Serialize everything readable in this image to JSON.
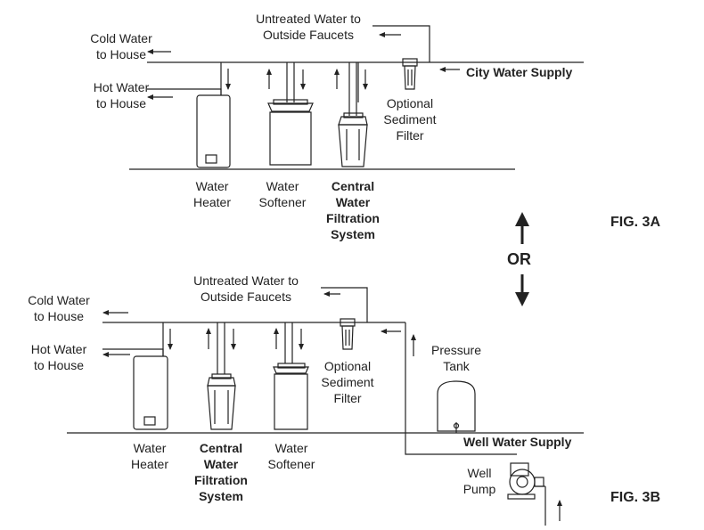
{
  "fig_a": {
    "untreated": [
      "Untreated Water to",
      "Outside Faucets"
    ],
    "cold": [
      "Cold Water",
      "to House"
    ],
    "hot": [
      "Hot Water",
      "to House"
    ],
    "supply": "City Water Supply",
    "sediment": [
      "Optional",
      "Sediment",
      "Filter"
    ],
    "heater": [
      "Water",
      "Heater"
    ],
    "softener": [
      "Water",
      "Softener"
    ],
    "filtration": [
      "Central",
      "Water",
      "Filtration",
      "System"
    ],
    "label": "FIG. 3A"
  },
  "or_label": "OR",
  "fig_b": {
    "untreated": [
      "Untreated Water to",
      "Outside Faucets"
    ],
    "cold": [
      "Cold Water",
      "to House"
    ],
    "hot": [
      "Hot Water",
      "to House"
    ],
    "sediment": [
      "Optional",
      "Sediment",
      "Filter"
    ],
    "pressure_tank": [
      "Pressure",
      "Tank"
    ],
    "supply": "Well Water Supply",
    "pump": [
      "Well",
      "Pump"
    ],
    "heater": [
      "Water",
      "Heater"
    ],
    "filtration": [
      "Central",
      "Water",
      "Filtration",
      "System"
    ],
    "softener": [
      "Water",
      "Softener"
    ],
    "label": "FIG. 3B"
  }
}
